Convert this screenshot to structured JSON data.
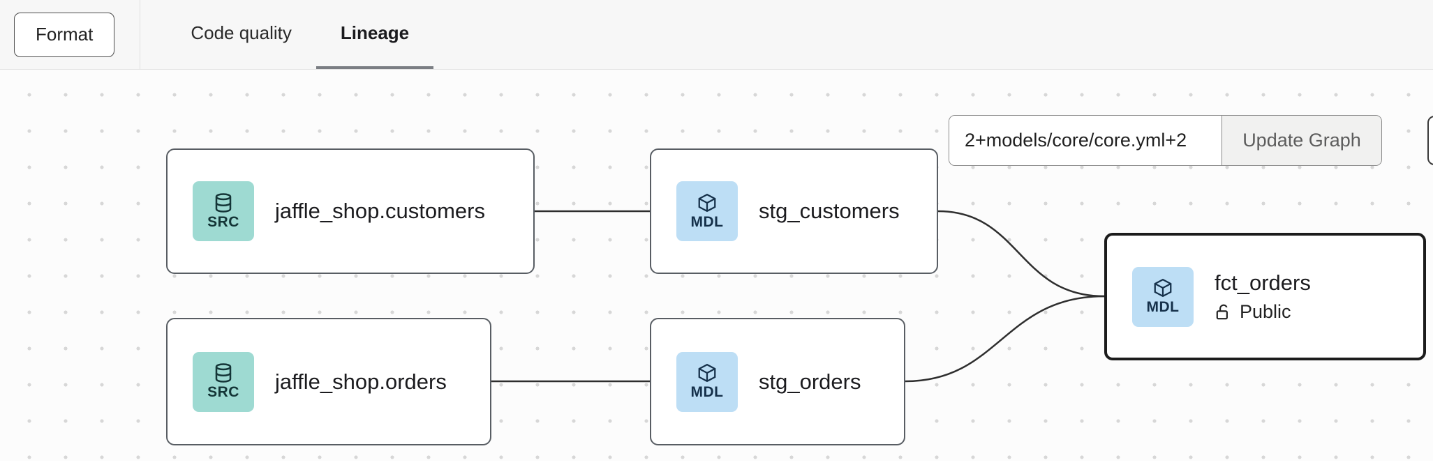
{
  "toolbar": {
    "format_label": "Format",
    "tabs": [
      {
        "label": "Code quality",
        "active": false
      },
      {
        "label": "Lineage",
        "active": true
      }
    ]
  },
  "graph_controls": {
    "selector_value": "2+models/core/core.yml+2",
    "update_button_label": "Update Graph"
  },
  "nodes": [
    {
      "title": "jaffle_shop.customers",
      "badge_label": "SRC",
      "badge_icon": "database-icon",
      "type": "source"
    },
    {
      "title": "stg_customers",
      "badge_label": "MDL",
      "badge_icon": "cube-icon",
      "type": "model"
    },
    {
      "title": "jaffle_shop.orders",
      "badge_label": "SRC",
      "badge_icon": "database-icon",
      "type": "source"
    },
    {
      "title": "stg_orders",
      "badge_label": "MDL",
      "badge_icon": "cube-icon",
      "type": "model"
    },
    {
      "title": "fct_orders",
      "badge_label": "MDL",
      "badge_icon": "cube-icon",
      "type": "model",
      "access_label": "Public",
      "access_icon": "unlock-icon",
      "selected": true
    }
  ],
  "edges": [
    {
      "from": "jaffle_shop.customers",
      "to": "stg_customers"
    },
    {
      "from": "jaffle_shop.orders",
      "to": "stg_orders"
    },
    {
      "from": "stg_customers",
      "to": "fct_orders"
    },
    {
      "from": "stg_orders",
      "to": "fct_orders"
    }
  ],
  "colors": {
    "src-badge-bg": "#9edad2",
    "mdl-badge-bg": "#bddef5",
    "edge": "#2e2e2e",
    "node-border": "#585d63",
    "selected-border": "#1c1c1c",
    "canvas-bg": "#fcfcfc",
    "dot": "#d7d7d7",
    "topbar-bg": "#f7f7f7",
    "tab-underline": "#7b7e83"
  }
}
